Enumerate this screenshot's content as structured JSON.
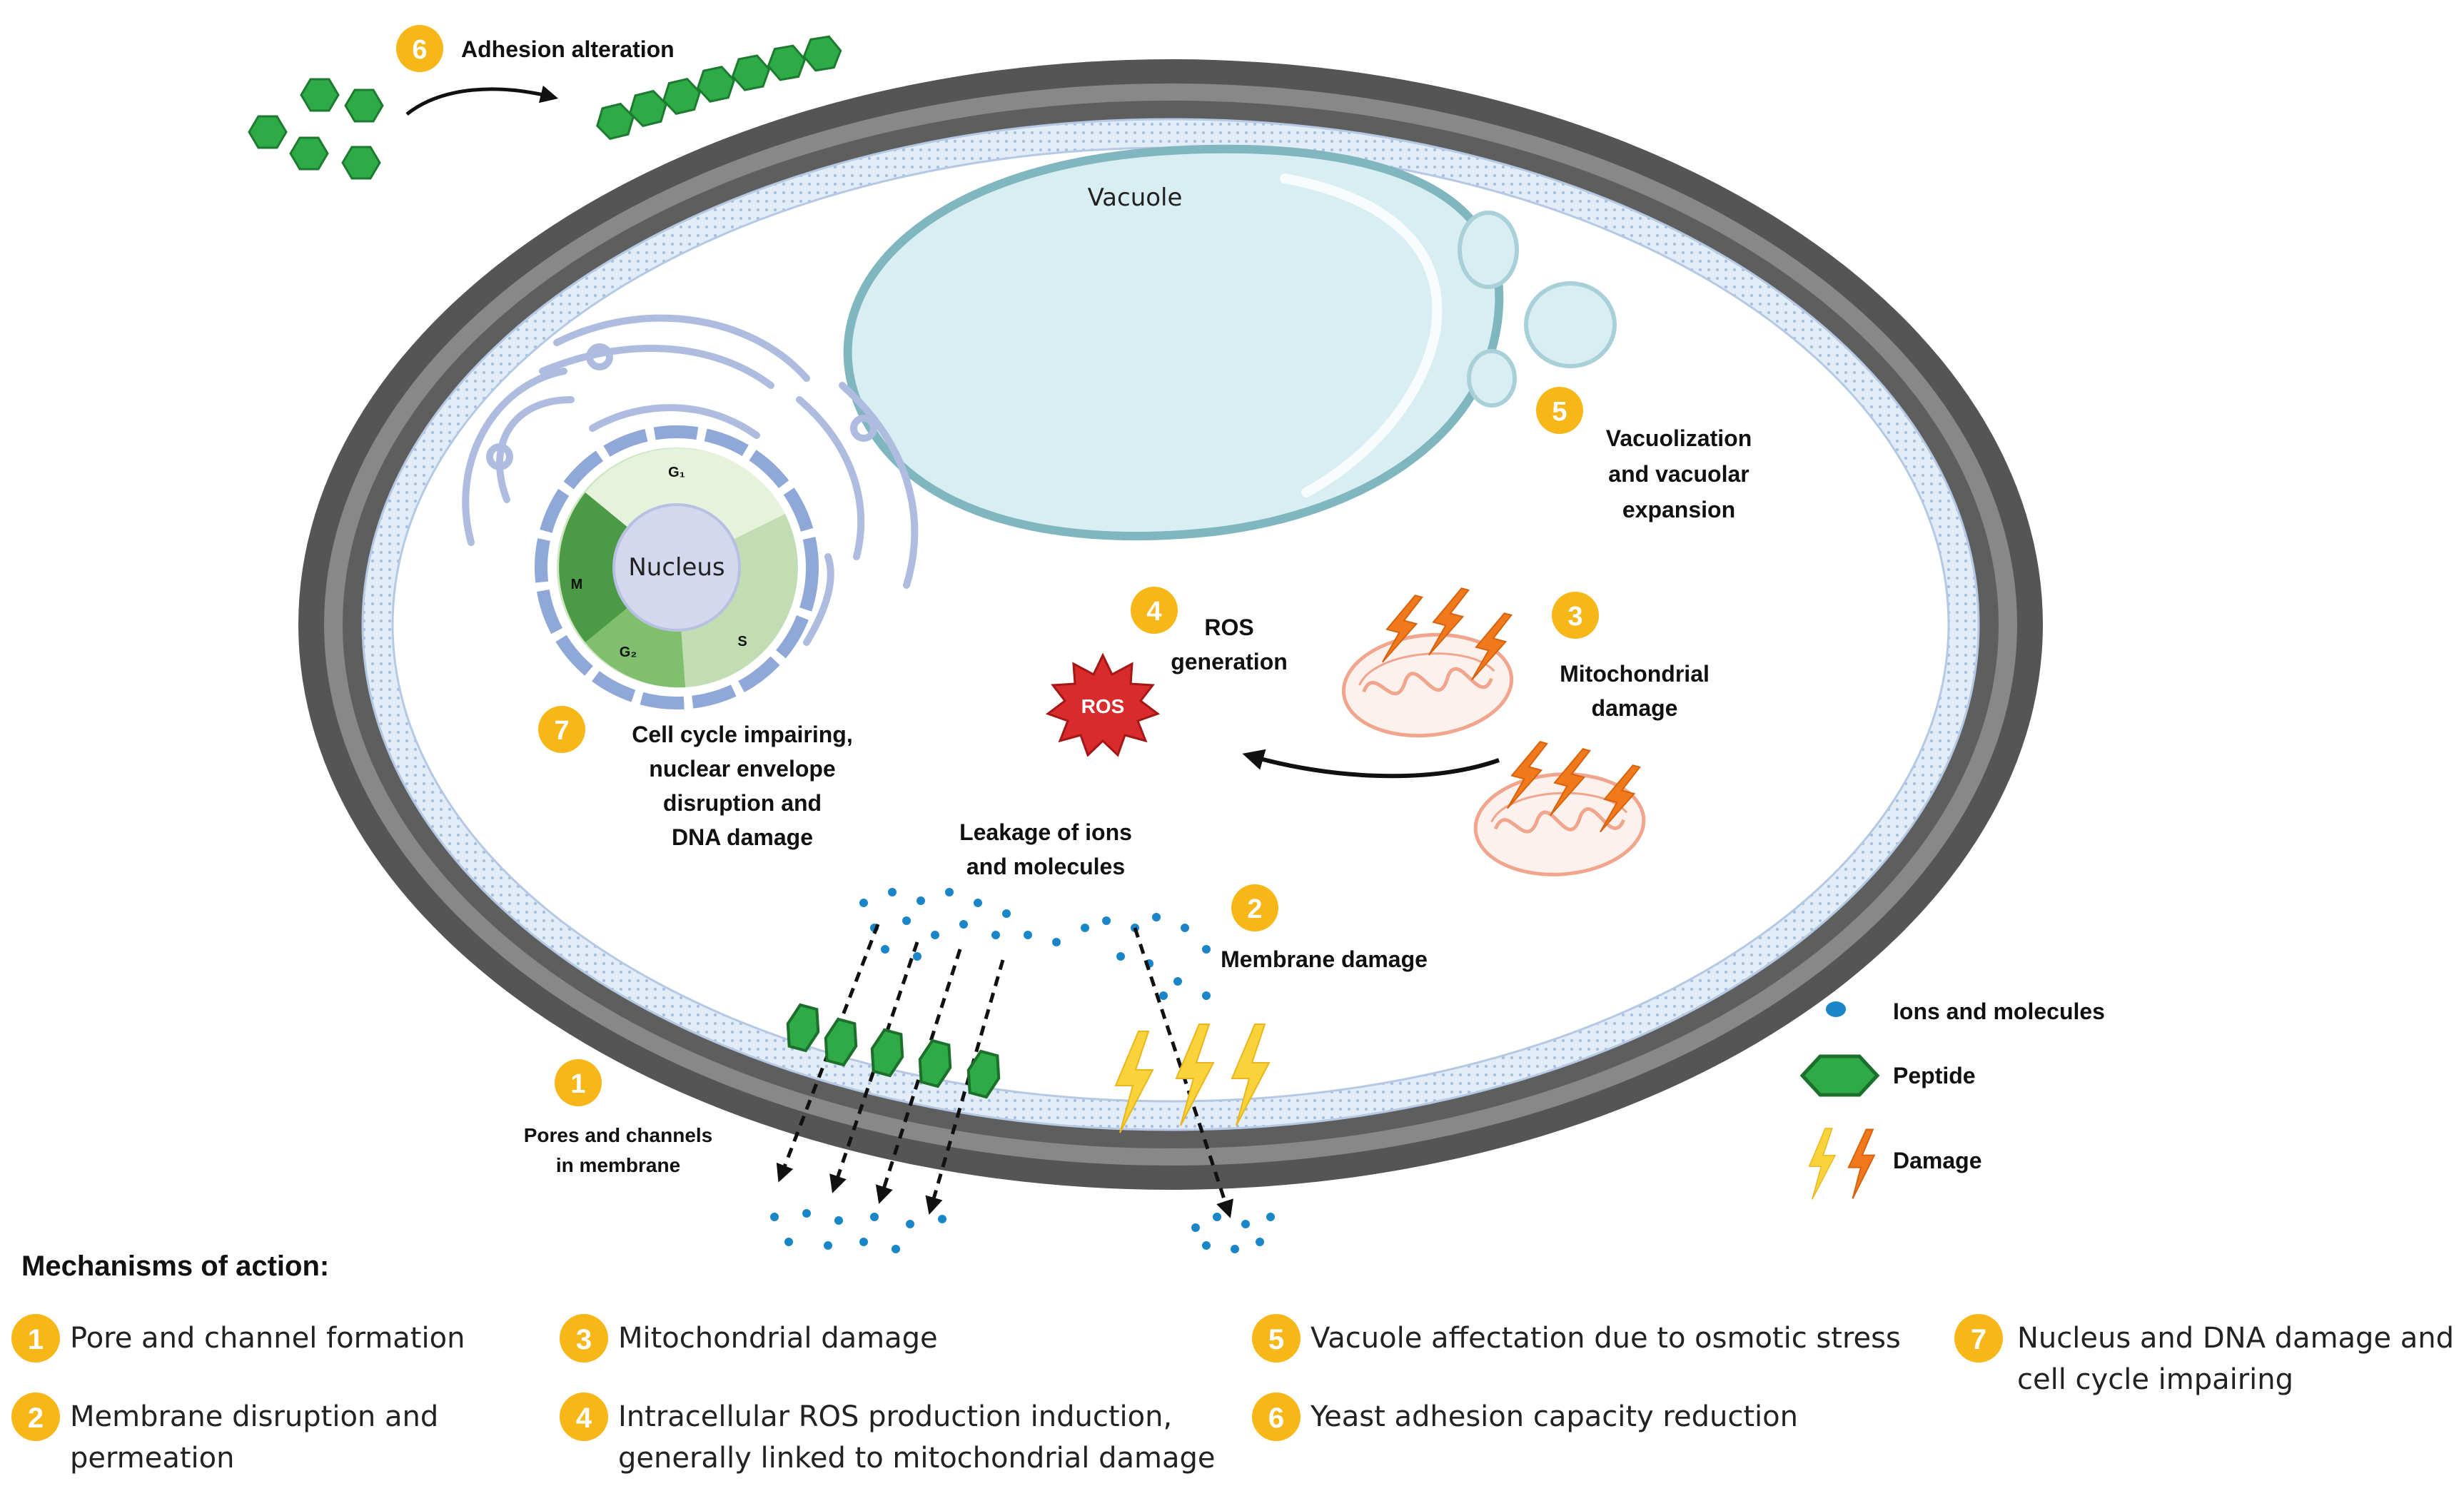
{
  "labels": {
    "adhesion_alteration": "Adhesion alteration",
    "vacuole": "Vacuole",
    "nucleus": "Nucleus",
    "g1": "G₁",
    "g2": "G₂",
    "s_phase": "S",
    "m_phase": "M",
    "vacuolization": [
      "Vacuolization",
      "and vacuolar",
      "expansion"
    ],
    "ros_generation": [
      "ROS",
      "generation"
    ],
    "ros_badge": "ROS",
    "mitochondrial_damage": [
      "Mitochondrial",
      "damage"
    ],
    "cell_cycle": [
      "Cell cycle impairing,",
      "nuclear envelope",
      "disruption and",
      "DNA damage"
    ],
    "leakage": [
      "Leakage of ions",
      "and molecules"
    ],
    "membrane_damage": "Membrane damage",
    "pores_channels": [
      "Pores and channels",
      "in membrane"
    ]
  },
  "legend": {
    "ions": "Ions and molecules",
    "peptide": "Peptide",
    "damage": "Damage"
  },
  "mechanisms": {
    "title": "Mechanisms of action:",
    "items": [
      {
        "num": "1",
        "text": [
          "Pore and channel formation"
        ]
      },
      {
        "num": "2",
        "text": [
          "Membrane disruption and",
          "permeation"
        ]
      },
      {
        "num": "3",
        "text": [
          "Mitochondrial damage"
        ]
      },
      {
        "num": "4",
        "text": [
          "Intracellular ROS production induction,",
          "generally linked to mitochondrial damage"
        ]
      },
      {
        "num": "5",
        "text": [
          "Vacuole affectation due to osmotic stress"
        ]
      },
      {
        "num": "6",
        "text": [
          "Yeast adhesion capacity reduction"
        ]
      },
      {
        "num": "7",
        "text": [
          "Nucleus and DNA damage and",
          "cell cycle impairing"
        ]
      }
    ]
  },
  "badges": [
    "1",
    "2",
    "3",
    "4",
    "5",
    "6",
    "7"
  ],
  "colors": {
    "badge": "#F7B718",
    "cell_wall_outer": "#4d4d4d",
    "cell_wall_mid": "#7f7f7f",
    "membrane": "#dce8f6",
    "vacuole_fill": "#d9eef2",
    "vacuole_stroke": "#7fb6bf",
    "peptide": "#2eaa46",
    "ions": "#1a86c8",
    "ros": "#d92b2b",
    "damage_orange": "#f07a1b",
    "damage_yellow": "#f9d33a"
  }
}
